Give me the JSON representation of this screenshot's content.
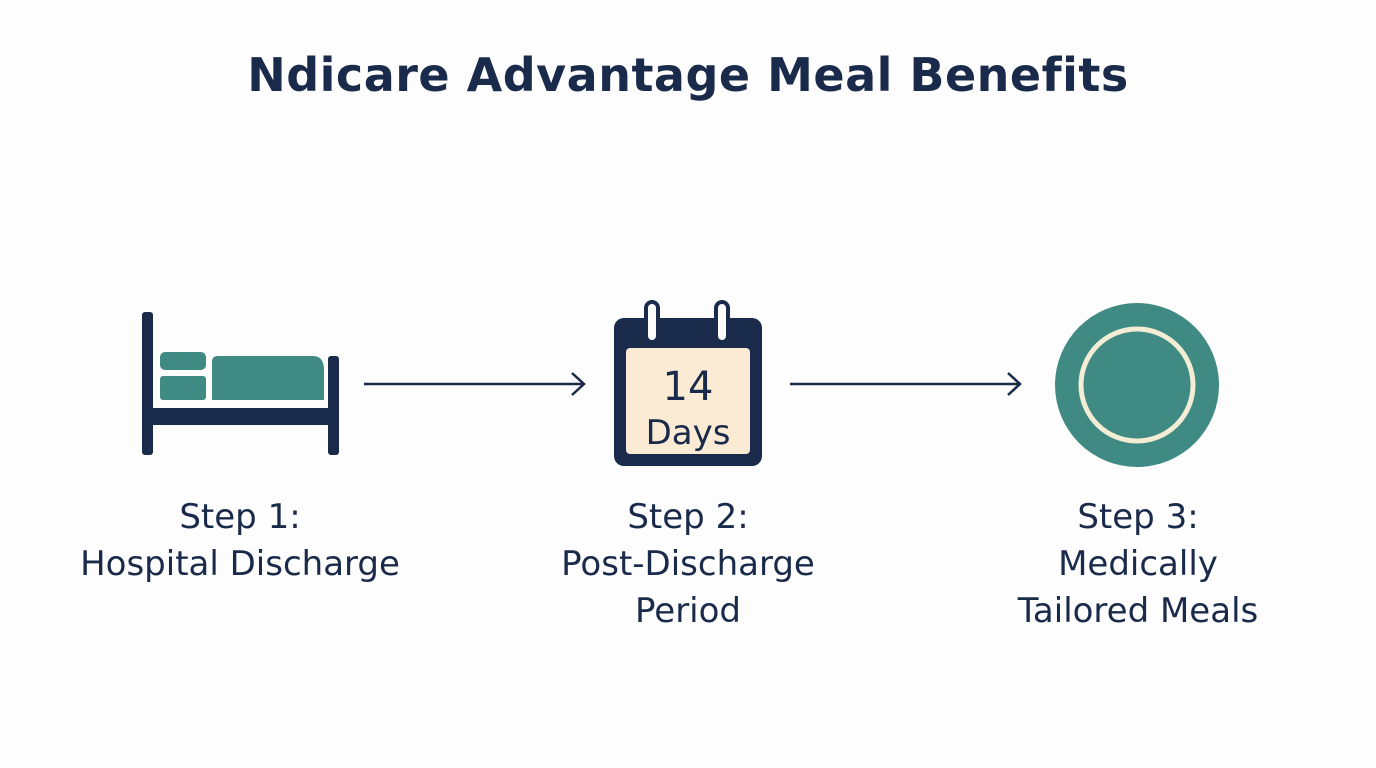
{
  "title": "Ndicare Advantage Meal Benefits",
  "colors": {
    "navy": "#1a2a4a",
    "teal": "#3f8a82",
    "cream": "#fbebd4",
    "background": "#fdfdfd"
  },
  "steps": [
    {
      "step": "Step 1:",
      "lines": [
        "Hospital Discharge"
      ],
      "icon": "hospital-bed-icon"
    },
    {
      "step": "Step 2:",
      "lines": [
        "Post-Discharge",
        "Period"
      ],
      "icon": "calendar-icon",
      "calendar_number": "14",
      "calendar_unit": "Days"
    },
    {
      "step": "Step 3:",
      "lines": [
        "Medically",
        "Tailored Meals"
      ],
      "icon": "plate-icon"
    }
  ]
}
